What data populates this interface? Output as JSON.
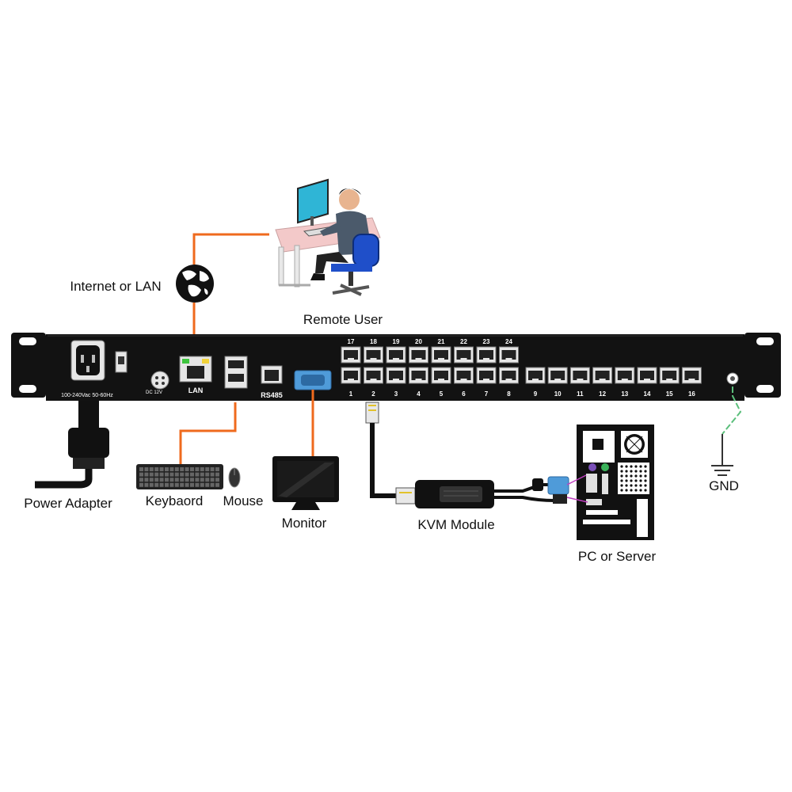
{
  "labels": {
    "remote_user": "Remote User",
    "internet": "Internet or LAN",
    "power_adapter": "Power Adapter",
    "keyboard": "Keybaord",
    "mouse": "Mouse",
    "monitor": "Monitor",
    "kvm_module": "KVM Module",
    "pc_server": "PC or Server",
    "gnd": "GND"
  },
  "panel": {
    "power_rating": "100-240Vac 50-60Hz",
    "dc_label": "DC 12V",
    "lan_label": "LAN",
    "rs485_label": "RS485"
  },
  "ports": {
    "top_row": [
      "17",
      "18",
      "19",
      "20",
      "21",
      "22",
      "23",
      "24"
    ],
    "bottom_left": [
      "1",
      "2",
      "3",
      "4",
      "5",
      "6",
      "7",
      "8"
    ],
    "bottom_right": [
      "9",
      "10",
      "11",
      "12",
      "13",
      "14",
      "15",
      "16"
    ]
  },
  "colors": {
    "cable_orange": "#ef6a1d",
    "ground_green": "#5bbf7b",
    "rack_black": "#121212",
    "vga_blue": "#4f9bd9",
    "screen_cyan": "#2fb5d6"
  }
}
